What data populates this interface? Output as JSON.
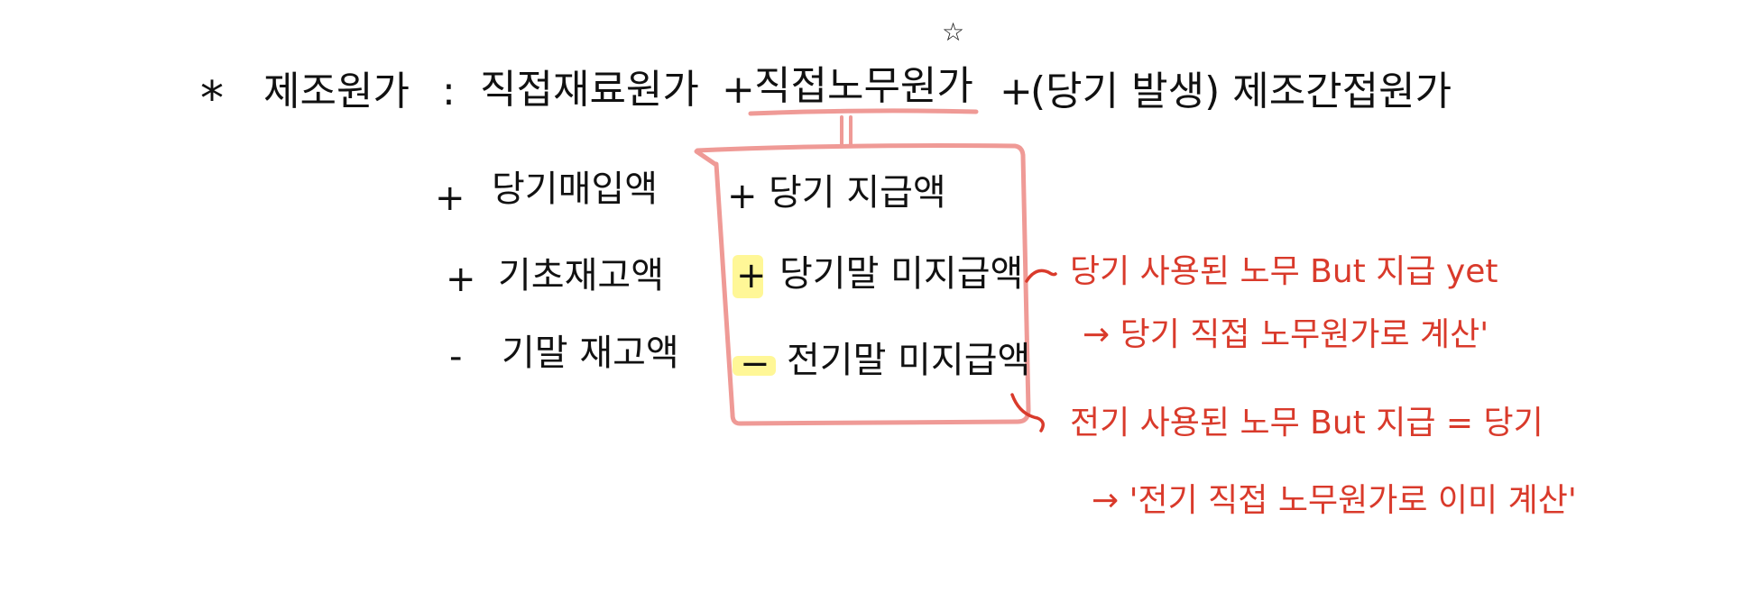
{
  "formula": {
    "bullet": "*",
    "lhs": "제조원가",
    "colon": ":",
    "term1": "직접재료원가",
    "plus1": "+",
    "term2": "직접노무원가",
    "star_mark": "☆",
    "plus2": "+",
    "term3": "(당기 발생) 제조간접원가"
  },
  "material_breakdown": [
    {
      "sign": "+",
      "label": "당기매입액"
    },
    {
      "sign": "+",
      "label": "기초재고액"
    },
    {
      "sign": "-",
      "label": "기말 재고액"
    }
  ],
  "labor_breakdown": [
    {
      "sign": "+",
      "label": "당기 지급액"
    },
    {
      "sign": "+",
      "label": "당기말 미지급액"
    },
    {
      "sign": "−",
      "label": "전기말 미지급액"
    }
  ],
  "notes": {
    "note1_line1": "당기 사용된 노무 But 지급 yet",
    "note1_line2": "→ 당기 직접 노무원가로 계산'",
    "note2_line1": "전기 사용된 노무 But 지급 = 당기",
    "note2_line2": "→ '전기 직접 노무원가로 이미 계산'"
  },
  "colors": {
    "ink": "#111111",
    "red_ink": "#d93a2b",
    "box_pink": "#ef9a96",
    "highlight": "#fff36b"
  }
}
